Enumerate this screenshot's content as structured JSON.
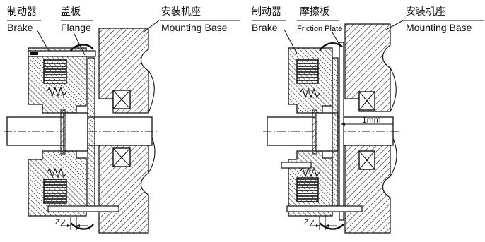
{
  "left_diagram": {
    "labels": {
      "brake_cn": "制动器",
      "brake_en": "Brake",
      "flange_cn": "盖板",
      "flange_en": "Flange",
      "mount_cn": "安装机座",
      "mount_en": "Mounting Base"
    },
    "dimension": "Z"
  },
  "right_diagram": {
    "labels": {
      "brake_cn": "制动器",
      "brake_en": "Brake",
      "plate_cn": "摩擦板",
      "plate_en": "Friction Plate",
      "mount_cn": "安装机座",
      "mount_en": "Mounting Base"
    },
    "dimension": "Z",
    "gap": "1mm"
  },
  "colors": {
    "ink": "#111111",
    "paper": "#ffffff"
  }
}
